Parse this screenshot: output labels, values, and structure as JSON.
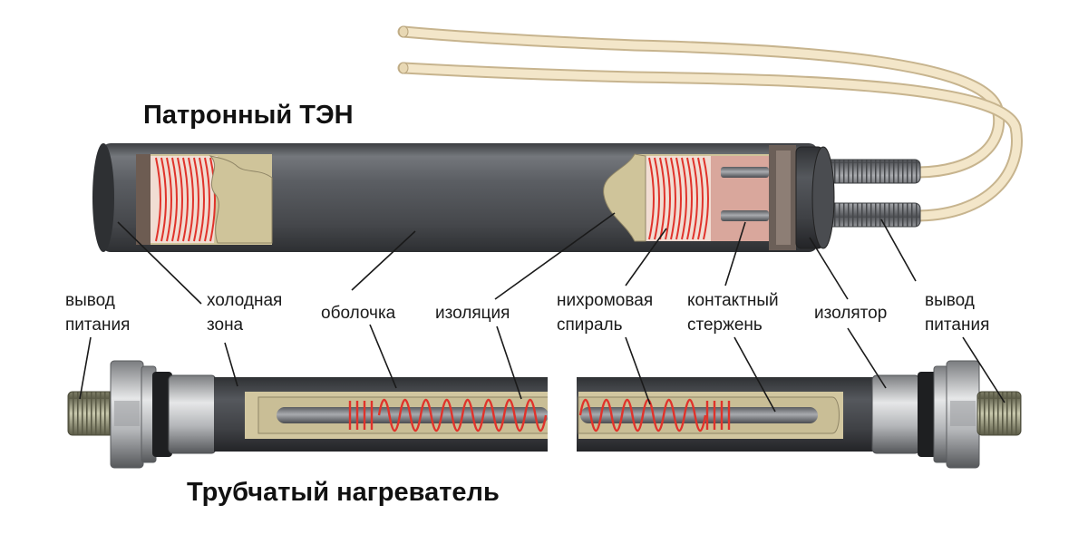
{
  "titles": {
    "cartridge": "Патронный ТЭН",
    "tubular": "Трубчатый нагреватель"
  },
  "labels": {
    "power_lead_left_1": "вывод",
    "power_lead_left_2": "питания",
    "cold_zone_1": "холодная",
    "cold_zone_2": "зона",
    "sheath": "оболочка",
    "insulation": "изоляция",
    "spiral_1": "нихромовая",
    "spiral_2": "спираль",
    "contact_rod_1": "контактный",
    "contact_rod_2": "стержень",
    "insulator": "изолятор",
    "power_lead_right_1": "вывод",
    "power_lead_right_2": "питания"
  },
  "colors": {
    "sheath": "#5f6166",
    "sheath_dark": "#3a3c40",
    "insulation": "#cfc49a",
    "spiral": "#e0332b",
    "wire": "#f1e3c3",
    "ceramic": "#d9a79c",
    "thread": "#a8a88c"
  }
}
